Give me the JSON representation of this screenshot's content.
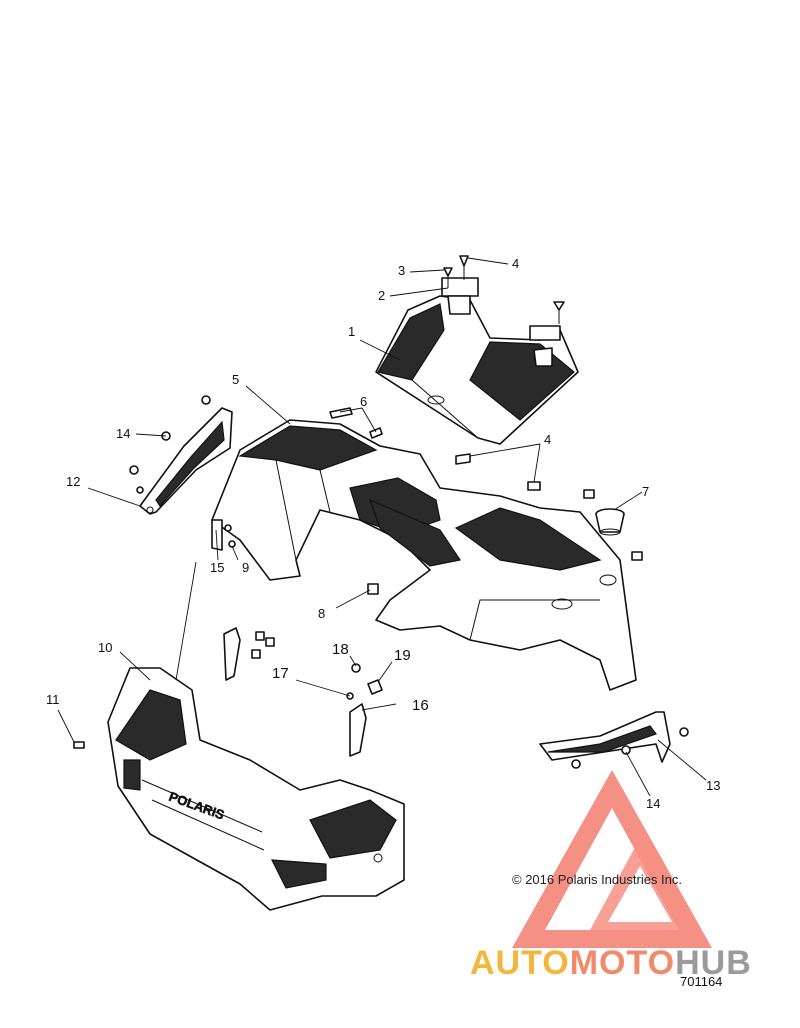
{
  "diagram": {
    "callouts": [
      "1",
      "2",
      "3",
      "4",
      "4",
      "5",
      "6",
      "7",
      "8",
      "9",
      "10",
      "11",
      "12",
      "13",
      "14",
      "14",
      "15",
      "16",
      "17",
      "18",
      "19"
    ],
    "copyright": "© 2016 Polaris Industries Inc.",
    "drawing_number": "701164",
    "bumper_lettering": "POLARIS"
  },
  "watermark": {
    "part1": "AUTO",
    "part2": "MOTO",
    "part3": "HUB",
    "colors": {
      "primary": "#f4b63a",
      "secondary": "#f08a6b",
      "tertiary": "#9a9a9a",
      "triangle": "#f26b5b"
    }
  }
}
